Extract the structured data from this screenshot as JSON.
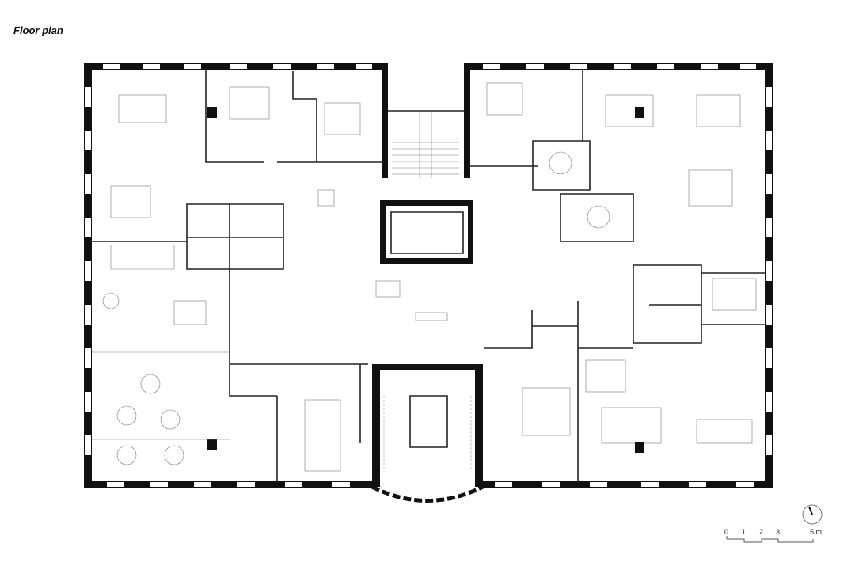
{
  "title": "Floor plan",
  "scale_bar": {
    "ticks": [
      "0",
      "1",
      "2",
      "3",
      "5 m"
    ]
  },
  "north_arrow": {
    "icon": "north-arrow-icon"
  }
}
